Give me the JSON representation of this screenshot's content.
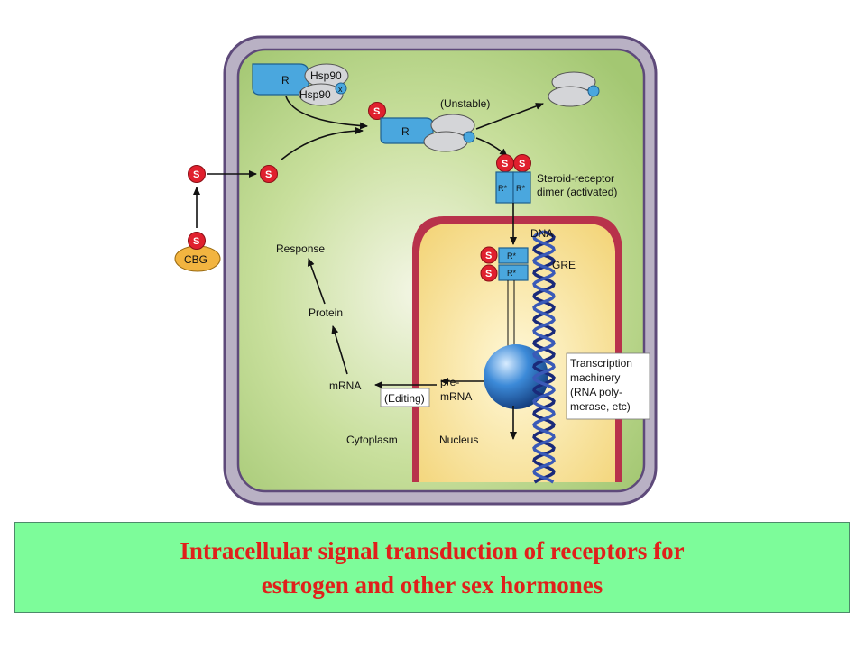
{
  "diagram": {
    "labels": {
      "hsp90_top": "Hsp90",
      "hsp90_bottom": "Hsp90",
      "x": "x",
      "r_complex": "R",
      "r_unstable": "R",
      "unstable": "(Unstable)",
      "s": "S",
      "cbg": "CBG",
      "r_star": "R*",
      "dimer_line1": "Steroid-receptor",
      "dimer_line2": "dimer (activated)",
      "dna": "DNA",
      "gre": "GRE",
      "transcription_line1": "Transcription",
      "transcription_line2": "machinery",
      "transcription_line3": "(RNA poly-",
      "transcription_line4": "merase, etc)",
      "pre_mrna_line1": "pre-",
      "pre_mrna_line2": "mRNA",
      "mrna": "mRNA",
      "editing": "(Editing)",
      "protein": "Protein",
      "response": "Response",
      "cytoplasm": "Cytoplasm",
      "nucleus": "Nucleus"
    },
    "colors": {
      "outer_membrane": "#5e4a7a",
      "membrane_fill": "#b9b1c4",
      "cytoplasm": "#a9cc78",
      "nuclear_envelope": "#b8324b",
      "nucleus": "#f6de8a",
      "receptor": "#4aa7de",
      "hsp90": "#d4d5d8",
      "steroid": "#e0202e",
      "cbg": "#f2b440",
      "polymerase": "#2a6fc2",
      "dna": "#1a2a7a"
    }
  },
  "caption": {
    "line1": "Intracellular signal transduction of receptors for",
    "line2": "estrogen and other sex hormones",
    "color": "#e0201b",
    "background": "#7dfc9a"
  }
}
